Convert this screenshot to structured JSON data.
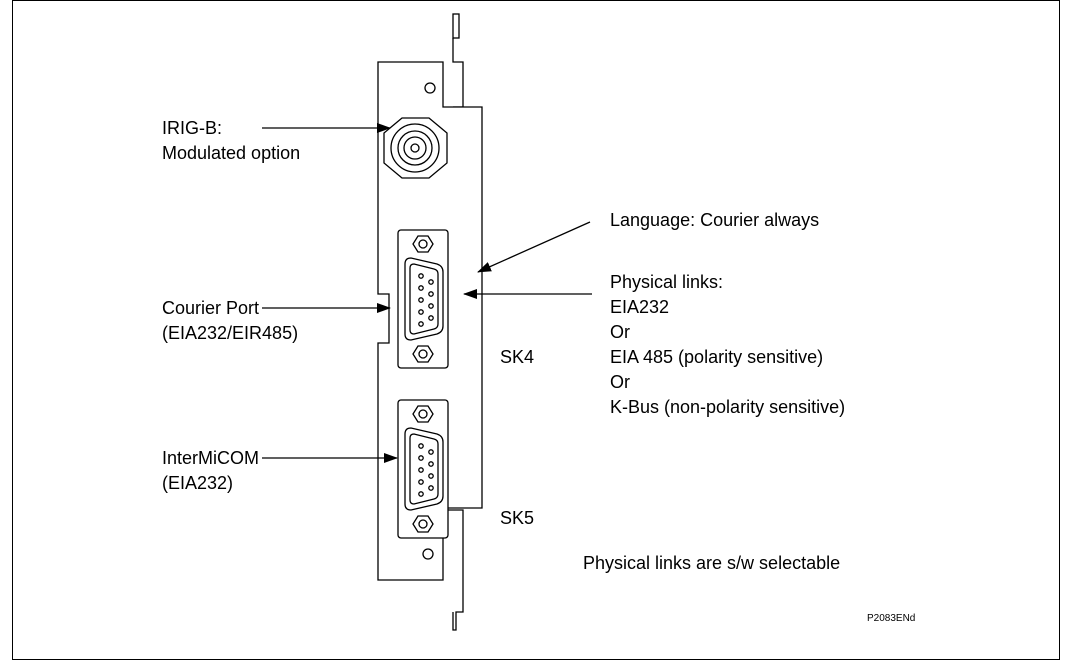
{
  "labels": {
    "irig_line1": "IRIG-B:",
    "irig_line2": "Modulated option",
    "courier_line1": "Courier Port",
    "courier_line2": "(EIA232/EIR485)",
    "intermicom_line1": "InterMiCOM",
    "intermicom_line2": "(EIA232)",
    "language": "Language: Courier always",
    "physical_links": [
      "Physical links:",
      "EIA232",
      "Or",
      "EIA 485 (polarity sensitive)",
      "Or",
      "K-Bus (non-polarity sensitive)"
    ],
    "sk4": "SK4",
    "sk5": "SK5",
    "selectable_note": "Physical links are s/w selectable",
    "figure_code": "P2083ENd"
  }
}
